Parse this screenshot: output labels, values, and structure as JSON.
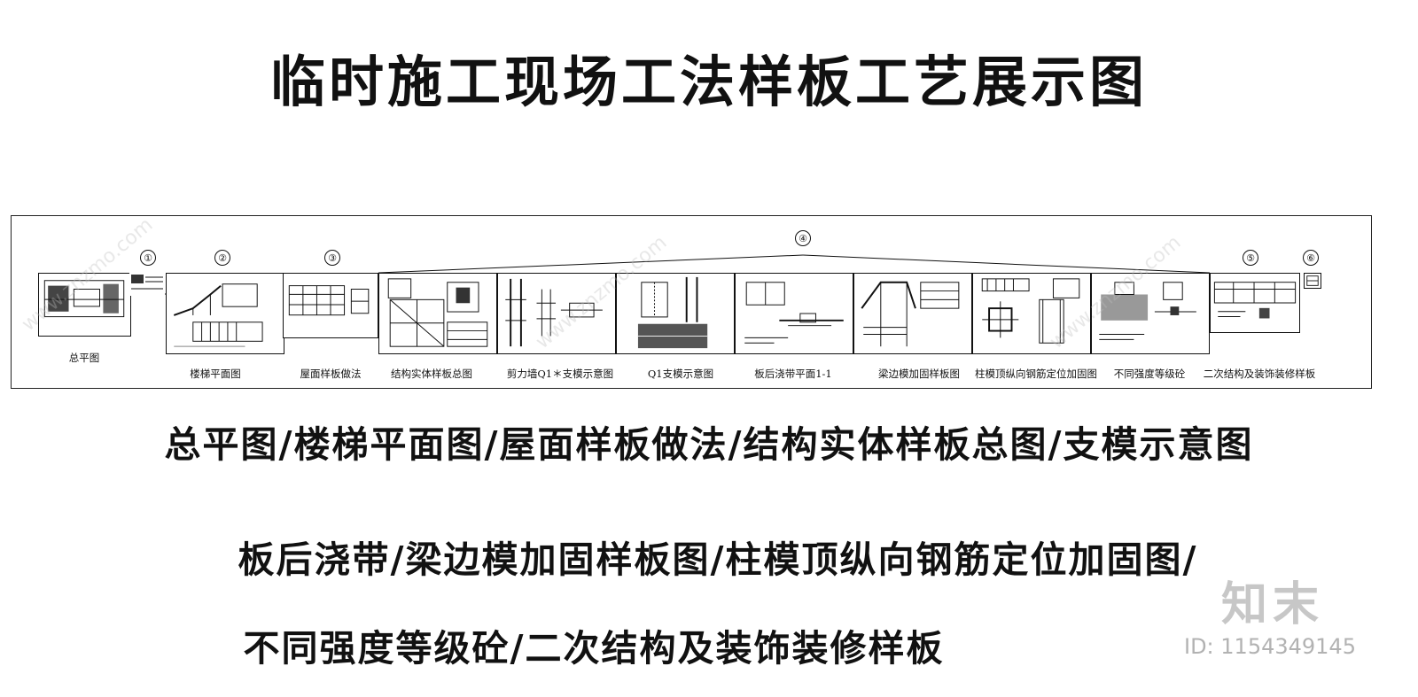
{
  "title": "临时施工现场工法样板工艺展示图",
  "sheet": {
    "numbers": [
      "①",
      "②",
      "③",
      "④",
      "⑤",
      "⑥"
    ],
    "captions": [
      "总平图",
      "楼梯平面图",
      "屋面样板做法",
      "结构实体样板总图",
      "剪力墙Q1＊支模示意图",
      "Q1支模示意图",
      "板后浇带平面1-1",
      "梁边模加固样板图",
      "柱模顶纵向钢筋定位加固图",
      "不同强度等级砼",
      "二次结构及装饰装修样板"
    ]
  },
  "description": {
    "line1": "总平图/楼梯平面图/屋面样板做法/结构实体样板总图/支模示意图",
    "line2": "板后浇带/梁边模加固样板图/柱模顶纵向钢筋定位加固图/",
    "line3": "不同强度等级砼/二次结构及装饰装修样板"
  },
  "watermark": {
    "logo": "知末",
    "id": "ID: 1154349145",
    "diagonal": "www.znzmo.com"
  }
}
